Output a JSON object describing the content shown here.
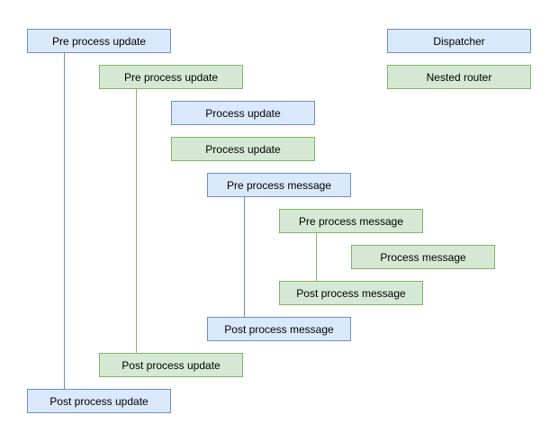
{
  "diagram": {
    "nodes": [
      {
        "label": "Pre process update",
        "type": "dispatcher"
      },
      {
        "label": "Pre process update",
        "type": "nested-router"
      },
      {
        "label": "Process update",
        "type": "dispatcher"
      },
      {
        "label": "Process update",
        "type": "nested-router"
      },
      {
        "label": "Pre process message",
        "type": "dispatcher"
      },
      {
        "label": "Pre process message",
        "type": "nested-router"
      },
      {
        "label": "Process message",
        "type": "nested-router"
      },
      {
        "label": "Post process message",
        "type": "nested-router"
      },
      {
        "label": "Post process message",
        "type": "dispatcher"
      },
      {
        "label": "Post process update",
        "type": "nested-router"
      },
      {
        "label": "Post process update",
        "type": "dispatcher"
      }
    ],
    "legend": [
      {
        "label": "Dispatcher",
        "type": "dispatcher"
      },
      {
        "label": "Nested router",
        "type": "nested-router"
      }
    ],
    "connectors": [
      {
        "from": "Pre process update (dispatcher)",
        "to": "Post process update (dispatcher)"
      },
      {
        "from": "Pre process update (nested-router)",
        "to": "Post process update (nested-router)"
      },
      {
        "from": "Pre process message (dispatcher)",
        "to": "Post process message (dispatcher)"
      },
      {
        "from": "Pre process message (nested-router)",
        "to": "Post process message (nested-router)"
      }
    ],
    "colors": {
      "dispatcher_fill": "#dae8fc",
      "dispatcher_stroke": "#6c8ebf",
      "nested_router_fill": "#d5e8d4",
      "nested_router_stroke": "#82b366",
      "text": "#000000",
      "background": "#ffffff"
    }
  }
}
